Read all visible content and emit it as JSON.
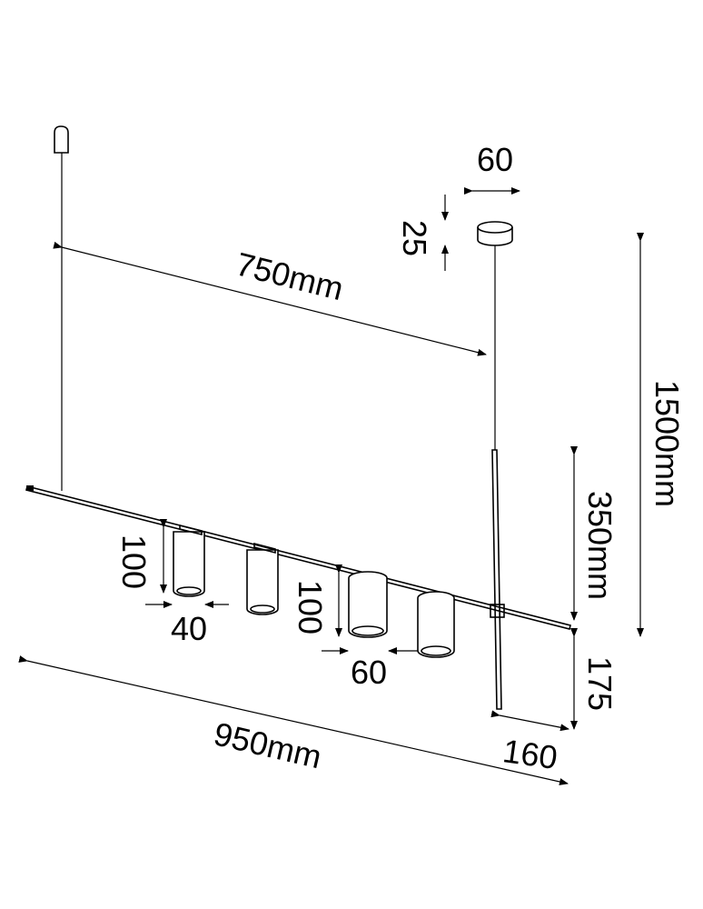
{
  "diagram": {
    "type": "pendant-lamp-dimension-drawing",
    "colors": {
      "line": "#000000",
      "background": "#ffffff"
    },
    "labels": {
      "canopy_width": "60",
      "canopy_height": "25",
      "wire_spacing": "750mm",
      "total_height": "1500mm",
      "rod_upper": "350mm",
      "rod_lower": "175",
      "rod_offset": "160",
      "bar_length": "950mm",
      "small_shade_height": "100",
      "small_shade_diameter": "40",
      "large_shade_height": "100",
      "large_shade_diameter": "60"
    }
  }
}
